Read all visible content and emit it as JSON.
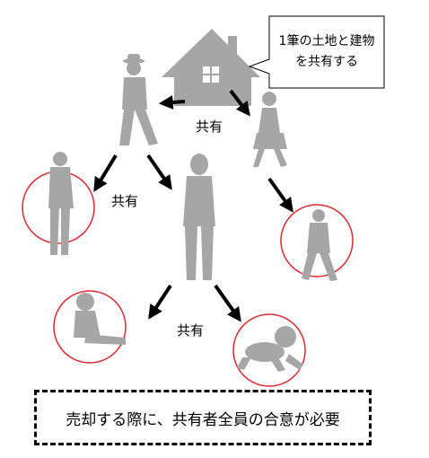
{
  "callout": {
    "line1": "1筆の土地と建物",
    "line2": "を共有する"
  },
  "labels": {
    "shared_top": "共有",
    "shared_mid": "共有",
    "shared_bottom": "共有"
  },
  "note": {
    "text": "売却する際に、共有者全員の合意が必要"
  },
  "colors": {
    "silhouette": "#a6a6a6",
    "circle": "#e0282e",
    "arrow": "#000000"
  }
}
